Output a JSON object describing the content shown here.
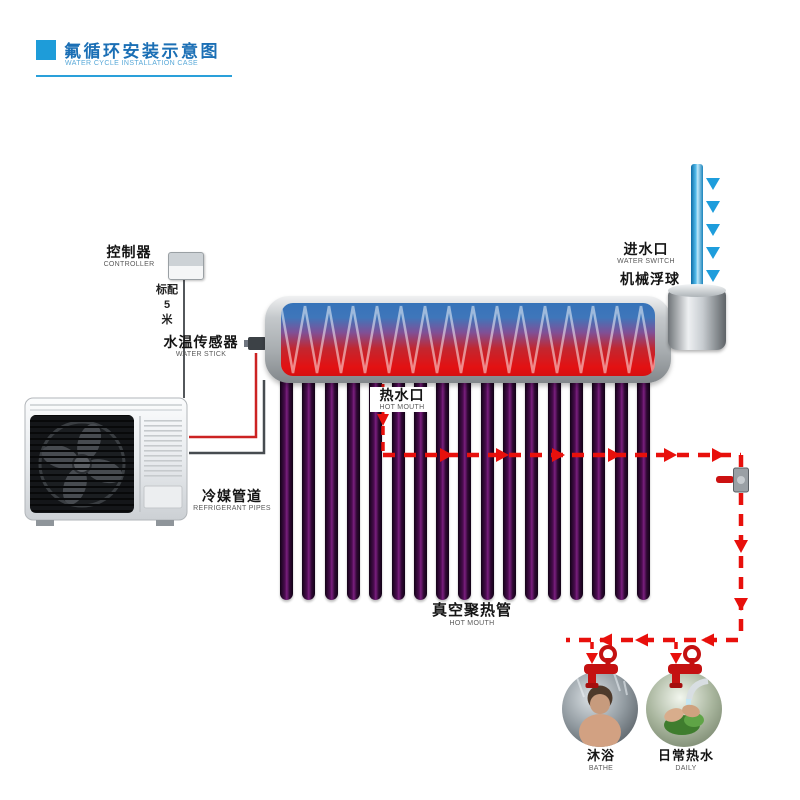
{
  "header": {
    "title": "氟循环安装示意图",
    "subtitle": "WATER CYCLE INSTALLATION CASE"
  },
  "labels": {
    "controller": {
      "zh": "控制器",
      "en": "CONTROLLER"
    },
    "standard_length": [
      "标配",
      "5",
      "米"
    ],
    "water_sensor": {
      "zh": "水温传感器",
      "en": "WATER STICK"
    },
    "refrigerant_pipes": {
      "zh": "冷媒管道",
      "en": "REFRIGERANT PIPES"
    },
    "hot_water_outlet": {
      "zh": "热水口",
      "en": "HOT MOUTH"
    },
    "vacuum_tubes": {
      "zh": "真空聚热管",
      "en": "HOT MOUTH"
    },
    "water_inlet": {
      "zh": "进水口",
      "en": "WATER SWITCH"
    },
    "float_ball": {
      "zh": "机械浮球"
    },
    "bathe": {
      "zh": "沐浴",
      "en": "BATHE"
    },
    "daily_hot_water": {
      "zh": "日常热水",
      "en": "DAILY"
    }
  },
  "diagram": {
    "vacuum_tube_count": 17,
    "icons": [
      "inlet-pipe",
      "cold-water-arrows",
      "hot-water-arrows",
      "valve-icon",
      "faucet-icon",
      "fan-icon"
    ],
    "colors": {
      "accent_blue": "#1e9cd9",
      "title_blue": "#1b6fb5",
      "hot_red": "#e8100c",
      "cold_water_blue": "#2196d4",
      "tube_purple": "#4b0d50"
    }
  }
}
